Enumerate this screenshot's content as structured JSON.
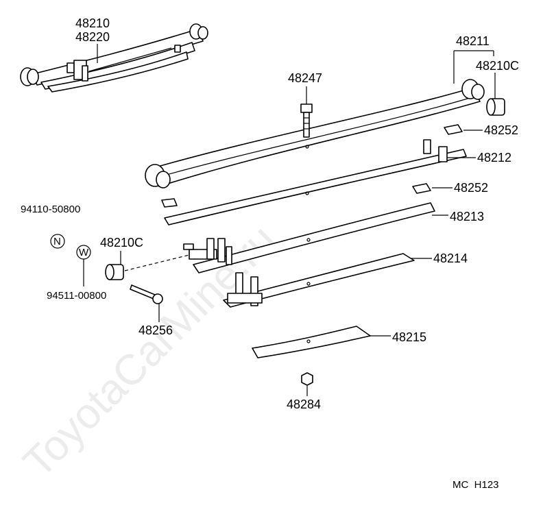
{
  "watermark": "ToyotaCarMine.ru",
  "diagram_code": "MC  H123",
  "callouts": {
    "assembly_48210": "48210",
    "assembly_48220": "48220",
    "spring_48211": "48211",
    "bushing_top_48210c": "48210C",
    "bolt_48247": "48247",
    "clip_upper_48252": "48252",
    "leaf_48212": "48212",
    "clip_lower_48252": "48252",
    "leaf_48213": "48213",
    "leaf_48214": "48214",
    "leaf_48215": "48215",
    "nut_48284": "48284",
    "bushing_left_48210c": "48210C",
    "bolt_48256": "48256",
    "nut_part_94110": "94110-50800",
    "washer_part_94511": "94511-00800"
  },
  "symbols": {
    "nut_letter": "N",
    "washer_letter": "W"
  },
  "icons": {
    "nut_symbol": "circled-n-icon",
    "washer_symbol": "circled-w-icon"
  }
}
